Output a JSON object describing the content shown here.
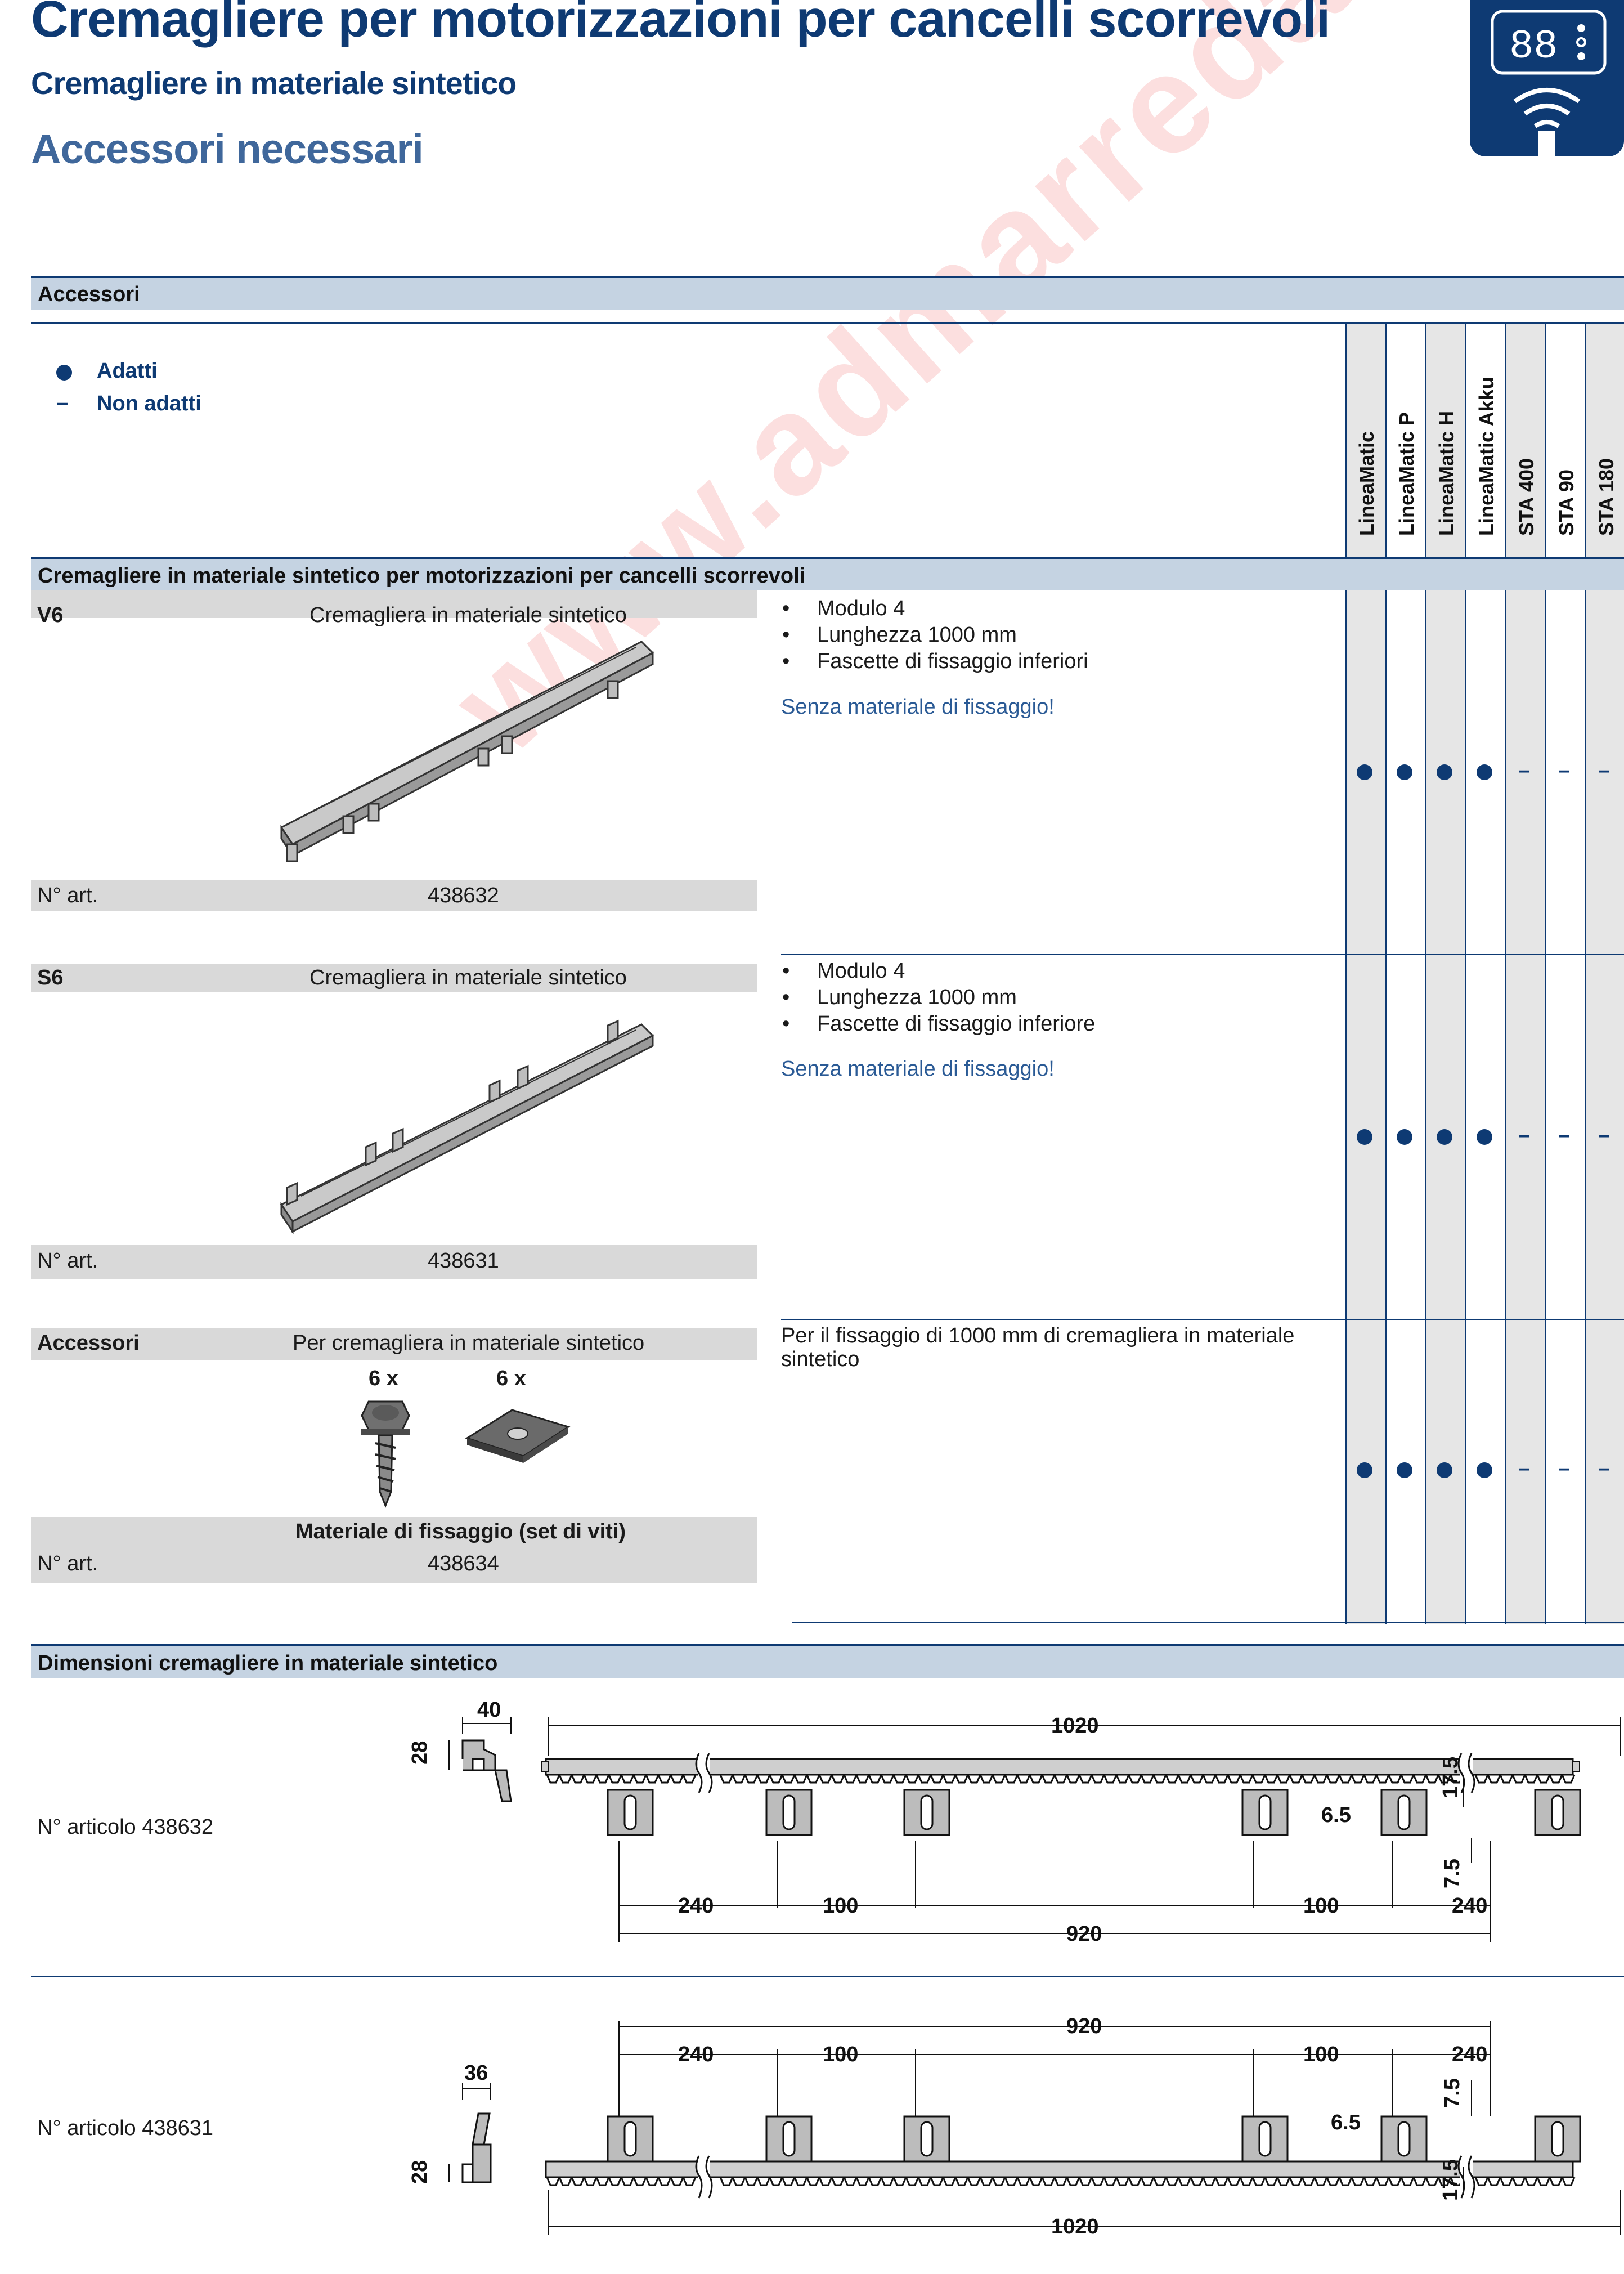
{
  "header": {
    "title": "Cremagliere per motorizzazioni per cancelli scorrevoli",
    "subtitle": "Cremagliere in materiale sintetico",
    "section": "Accessori necessari",
    "device_icon": "remote-control-icon",
    "device_display": "88"
  },
  "accessori_band": "Accessori",
  "legend": [
    {
      "symbol": "●",
      "label": "Adatti"
    },
    {
      "symbol": "–",
      "label": "Non adatti"
    }
  ],
  "columns": [
    "LineaMatic",
    "LineaMatic P",
    "LineaMatic H",
    "LineaMatic Akku",
    "STA 400",
    "STA 90",
    "STA 180"
  ],
  "table_band": "Cremagliere in materiale sintetico per motorizzazioni per cancelli scorrevoli",
  "products": [
    {
      "code": "V6",
      "name": "Cremagliera in materiale sintetico",
      "art_label": "N° art.",
      "art_no": "438632",
      "bullets": [
        "Modulo 4",
        "Lunghezza 1000 mm",
        "Fascette di fissaggio inferiori"
      ],
      "note": "Senza materiale di fissaggio!",
      "compat": [
        "●",
        "●",
        "●",
        "●",
        "–",
        "–",
        "–"
      ]
    },
    {
      "code": "S6",
      "name": "Cremagliera in materiale sintetico",
      "art_label": "N° art.",
      "art_no": "438631",
      "bullets": [
        "Modulo 4",
        "Lunghezza 1000 mm",
        "Fascette di fissaggio inferiore"
      ],
      "note": "Senza materiale di fissaggio!",
      "compat": [
        "●",
        "●",
        "●",
        "●",
        "–",
        "–",
        "–"
      ]
    },
    {
      "code": "Accessori",
      "name": "Per cremagliera in materiale sintetico",
      "qty_screw": "6 x",
      "qty_plate": "6 x",
      "set_name": "Materiale di fissaggio (set di viti)",
      "art_label": "N° art.",
      "art_no": "438634",
      "description_line1": "Per il fissaggio di 1000 mm di cremagliera in materiale",
      "description_line2": "sintetico",
      "compat": [
        "●",
        "●",
        "●",
        "●",
        "–",
        "–",
        "–"
      ]
    }
  ],
  "dimensions": {
    "band": "Dimensioni cremagliere in materiale sintetico",
    "drawing1": {
      "label": "N° articolo 438632",
      "width_profile": "40",
      "height_profile": "28",
      "total": "1020",
      "tooth_height": "17.5",
      "slot": "6.5",
      "clip": "7.5",
      "spacings": [
        "240",
        "100",
        "100",
        "240"
      ],
      "span": "920"
    },
    "drawing2": {
      "label": "N° articolo 438631",
      "width_profile": "36",
      "height_profile": "28",
      "total": "1020",
      "tooth_height": "17.5",
      "slot": "6.5",
      "clip": "7.5",
      "spacings": [
        "240",
        "100",
        "100",
        "240"
      ],
      "span": "920"
    }
  },
  "watermark": "www.admarredamenti.com"
}
